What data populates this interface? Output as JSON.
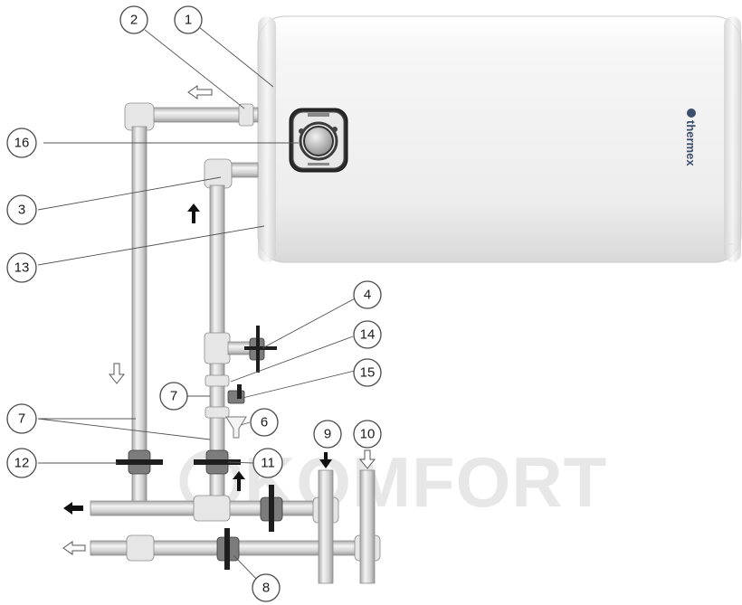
{
  "heater": {
    "brand_text": "thermex"
  },
  "watermark_text": "KOMFORT",
  "callouts": [
    {
      "id": "c1",
      "label": "1"
    },
    {
      "id": "c2",
      "label": "2"
    },
    {
      "id": "c3",
      "label": "3"
    },
    {
      "id": "c4",
      "label": "4"
    },
    {
      "id": "c6",
      "label": "6"
    },
    {
      "id": "c7a",
      "label": "7"
    },
    {
      "id": "c7b",
      "label": "7"
    },
    {
      "id": "c8",
      "label": "8"
    },
    {
      "id": "c9",
      "label": "9"
    },
    {
      "id": "c10",
      "label": "10"
    },
    {
      "id": "c11",
      "label": "11"
    },
    {
      "id": "c12",
      "label": "12"
    },
    {
      "id": "c13",
      "label": "13"
    },
    {
      "id": "c14",
      "label": "14"
    },
    {
      "id": "c15",
      "label": "15"
    },
    {
      "id": "c16",
      "label": "16"
    }
  ],
  "colors": {
    "heater_body": "#f3f3f3",
    "pipe": "#d9d9d9",
    "handle": "#1e1e1e",
    "watermark": "#d4d4d4"
  }
}
